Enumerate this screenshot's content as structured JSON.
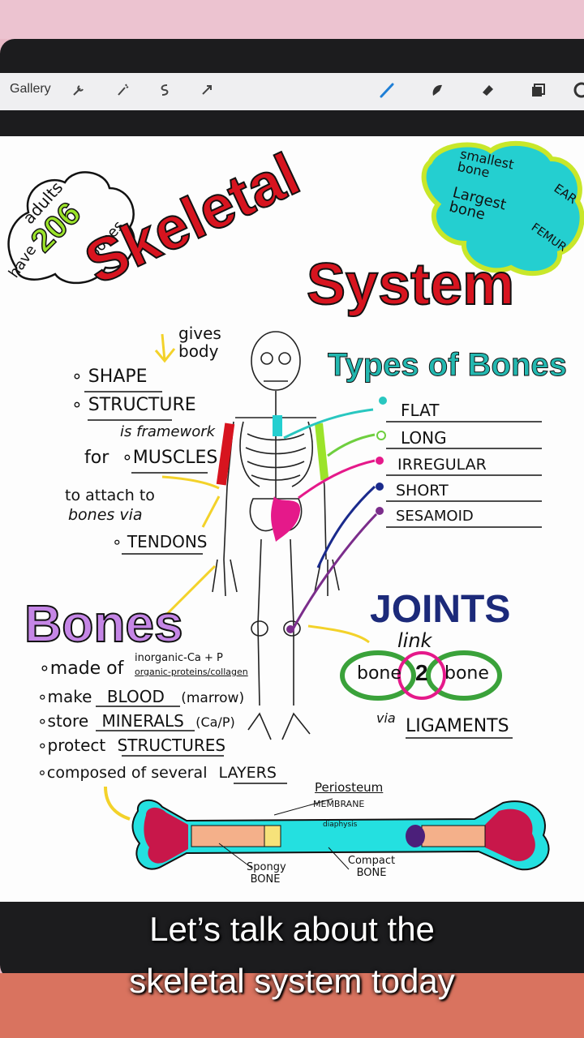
{
  "toolbar": {
    "gallery_label": "Gallery",
    "left_tools": [
      "wrench-icon",
      "magic-wand-icon",
      "selection-icon",
      "transform-icon"
    ],
    "right_tools": [
      "brush-icon",
      "smudge-icon",
      "eraser-icon",
      "layers-icon",
      "color-icon"
    ],
    "active_color": "#1f7fd6"
  },
  "note": {
    "title_word_1": "Skeletal",
    "title_word_2": "System",
    "adults_cloud": {
      "line1": "adults",
      "line2": "have",
      "number": "206",
      "line3": "bones"
    },
    "facts_cloud": {
      "smallest_label": "smallest bone",
      "smallest_value": "EAR",
      "largest_label": "Largest bone",
      "largest_value": "FEMUR"
    },
    "gives_body": "gives body",
    "body_list": [
      "SHAPE",
      "STRUCTURE"
    ],
    "framework_note": "is framework",
    "for_muscles_prefix": "for",
    "muscles": "MUSCLES",
    "attach_note_1": "to attach to",
    "attach_note_2": "bones via",
    "tendons": "TENDONS",
    "types_title": "Types of Bones",
    "types": [
      "FLAT",
      "LONG",
      "IRREGULAR",
      "SHORT",
      "SESAMOID"
    ],
    "type_colors": [
      "#29c7c0",
      "#6fcf3f",
      "#e5198a",
      "#1a2a8c",
      "#7b2d8b"
    ],
    "bones_title": "Bones",
    "made_of_prefix": "made of",
    "made_of_top": "inorganic-Ca + P",
    "made_of_bottom": "organic-proteins/collagen",
    "bone_facts": [
      {
        "prefix": "make",
        "value": "BLOOD",
        "suffix": "(marrow)"
      },
      {
        "prefix": "store",
        "value": "MINERALS",
        "suffix": "(Ca/P)"
      },
      {
        "prefix": "protect",
        "value": "STRUCTURES",
        "suffix": ""
      },
      {
        "prefix": "composed of several",
        "value": "LAYERS",
        "suffix": ""
      }
    ],
    "joints_title": "JOINTS",
    "joints_link": "link",
    "joint_left": "bone",
    "joint_mid": "2",
    "joint_right": "bone",
    "via": "via",
    "ligaments": "LIGAMENTS",
    "periosteum": "Periosteum",
    "membrane": "MEMBRANE",
    "diaphysis": "diaphysis",
    "spongy": "Spongy BONE",
    "compact": "Compact BONE"
  },
  "caption": {
    "line1": "Let’s talk about the",
    "line2": "skeletal system today"
  },
  "colors": {
    "title_red": "#d7141f",
    "lime": "#9be32a",
    "cyan": "#23d6d6",
    "purple_bubble": "#c586e6",
    "navy": "#1c2a7a",
    "green_ring": "#3aa23a",
    "yellow": "#f3d22a"
  }
}
